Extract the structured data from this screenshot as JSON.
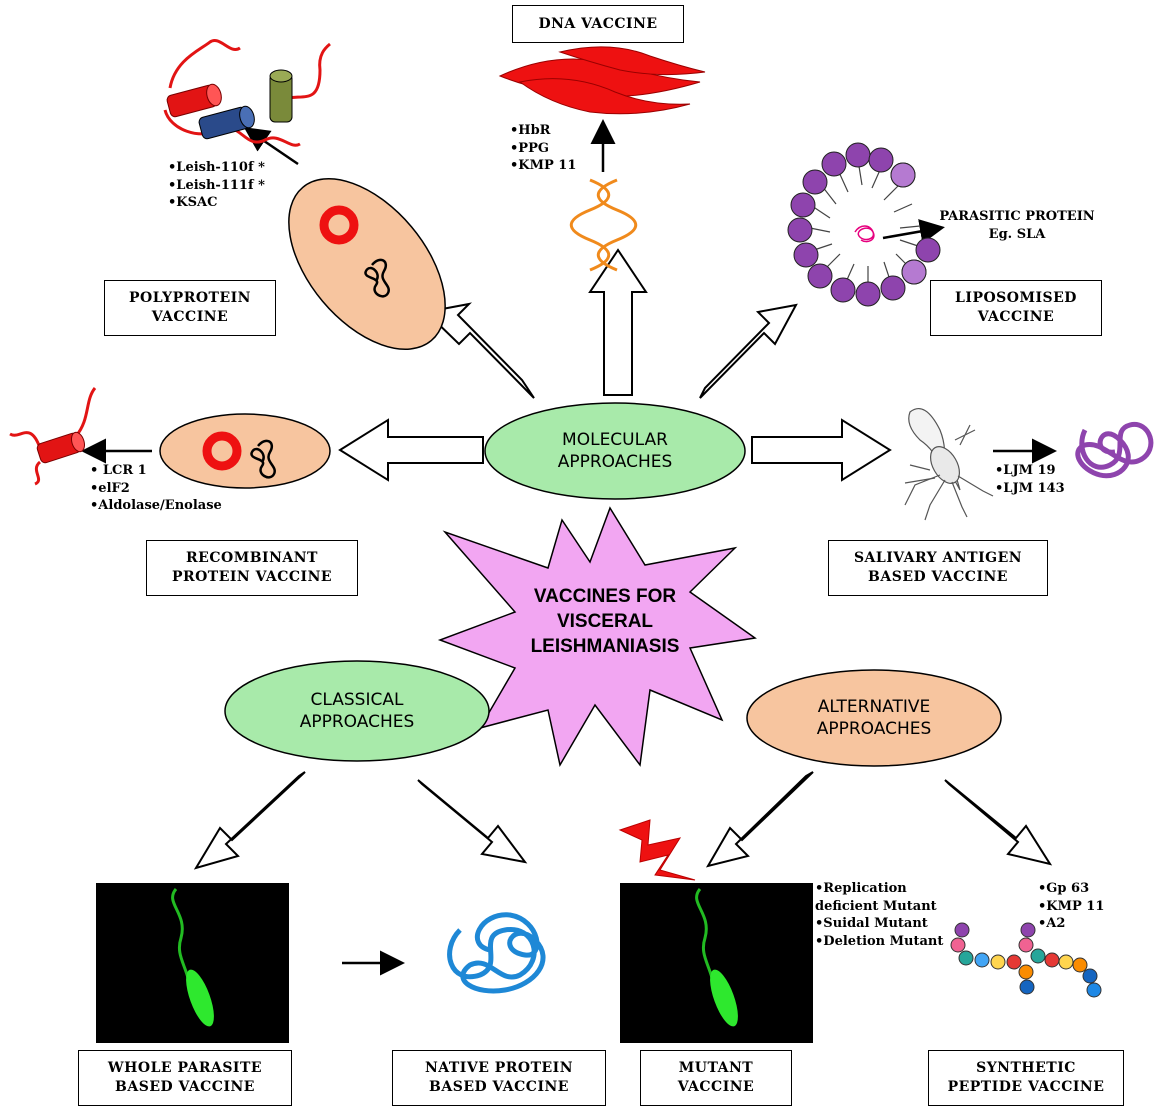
{
  "center": {
    "lines": [
      "VACCINES FOR",
      "VISCERAL",
      "LEISHMANIASIS"
    ]
  },
  "approaches": {
    "molecular": [
      "MOLECULAR",
      "APPROACHES"
    ],
    "classical": [
      "CLASSICAL",
      "APPROACHES"
    ],
    "alternative": [
      "ALTERNATIVE",
      "APPROACHES"
    ]
  },
  "vaccines": {
    "dna": [
      "DNA VACCINE"
    ],
    "polyprotein": [
      "POLYPROTEIN",
      "VACCINE"
    ],
    "liposomised": [
      "LIPOSOMISED",
      "VACCINE"
    ],
    "recombinant": [
      "RECOMBINANT",
      "PROTEIN VACCINE"
    ],
    "salivary": [
      "SALIVARY ANTIGEN",
      "BASED VACCINE"
    ],
    "whole_parasite": [
      "WHOLE PARASITE",
      "BASED VACCINE"
    ],
    "native_protein": [
      "NATIVE PROTEIN",
      "BASED VACCINE"
    ],
    "mutant": [
      "MUTANT",
      "VACCINE"
    ],
    "synthetic": [
      "SYNTHETIC",
      "PEPTIDE VACCINE"
    ]
  },
  "lists": {
    "dna": [
      "•HbR",
      "•PPG",
      "•KMP 11"
    ],
    "polyprotein": [
      "•Leish-110f *",
      "•Leish-111f *",
      "•KSAC"
    ],
    "recombinant": [
      "• LCR 1",
      "•elF2",
      "•Aldolase/Enolase"
    ],
    "salivary": [
      "•LJM 19",
      "•LJM 143"
    ],
    "mutant": [
      "•Replication",
      "deficient Mutant",
      "•Suidal Mutant",
      "•Deletion Mutant"
    ],
    "synthetic": [
      "•Gp 63",
      "•KMP 11",
      "•A2"
    ]
  },
  "liposome_label": [
    "PARASITIC PROTEIN",
    "Eg. SLA"
  ],
  "colors": {
    "green_oval": "#a8eaaa",
    "orange_oval": "#f7c59f",
    "star": "#f2a6f2",
    "parasite_cell": "#f7c59f",
    "red": "#ee1111",
    "purple": "#8e44ad",
    "blue_protein": "#1e88d6",
    "dna_orange": "#f08a1c",
    "parasite_green": "#2ee82e"
  }
}
